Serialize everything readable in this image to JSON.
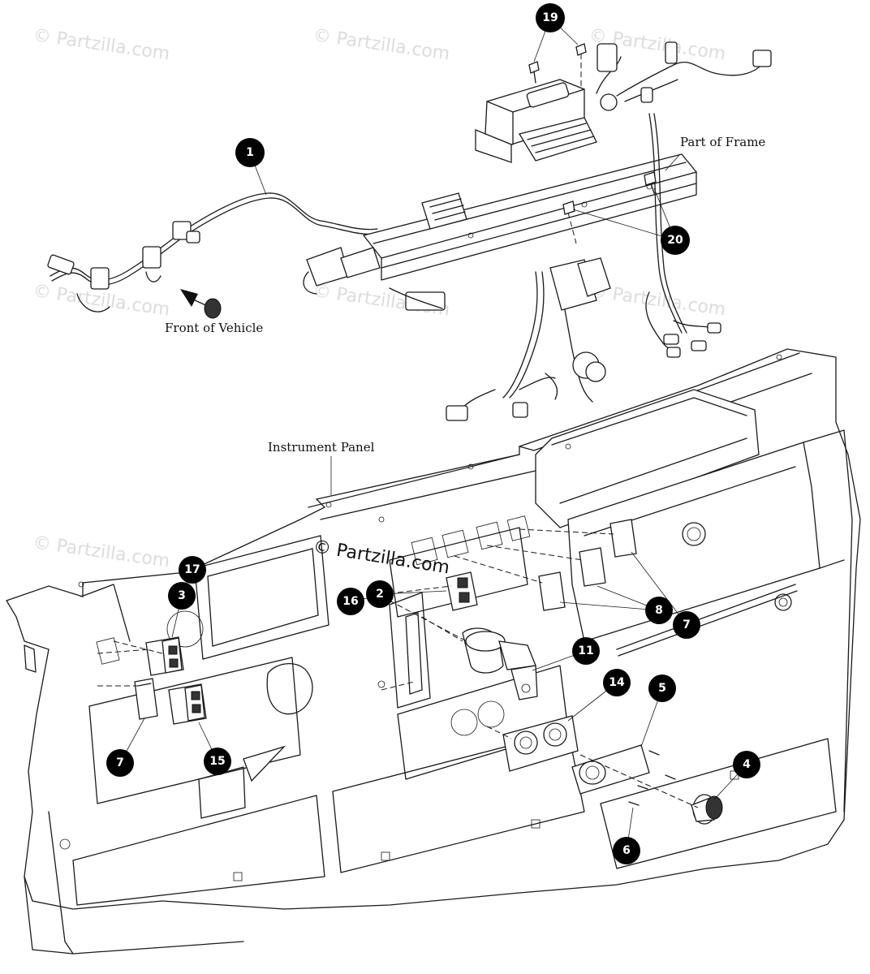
{
  "watermark": {
    "text": "© Partzilla.com",
    "main_text": "© Partzilla.com",
    "color": "#dcdcdc"
  },
  "labels": {
    "part_of_frame": "Part of Frame",
    "front_of_vehicle": "Front of Vehicle",
    "instrument_panel": "Instrument Panel"
  },
  "callouts": [
    "1",
    "2",
    "3",
    "4",
    "5",
    "6",
    "7",
    "7",
    "8",
    "11",
    "14",
    "15",
    "16",
    "17",
    "19",
    "20"
  ],
  "colors": {
    "callout_fill": "#000000",
    "callout_text": "#ffffff",
    "line": "#1a1a1a"
  }
}
